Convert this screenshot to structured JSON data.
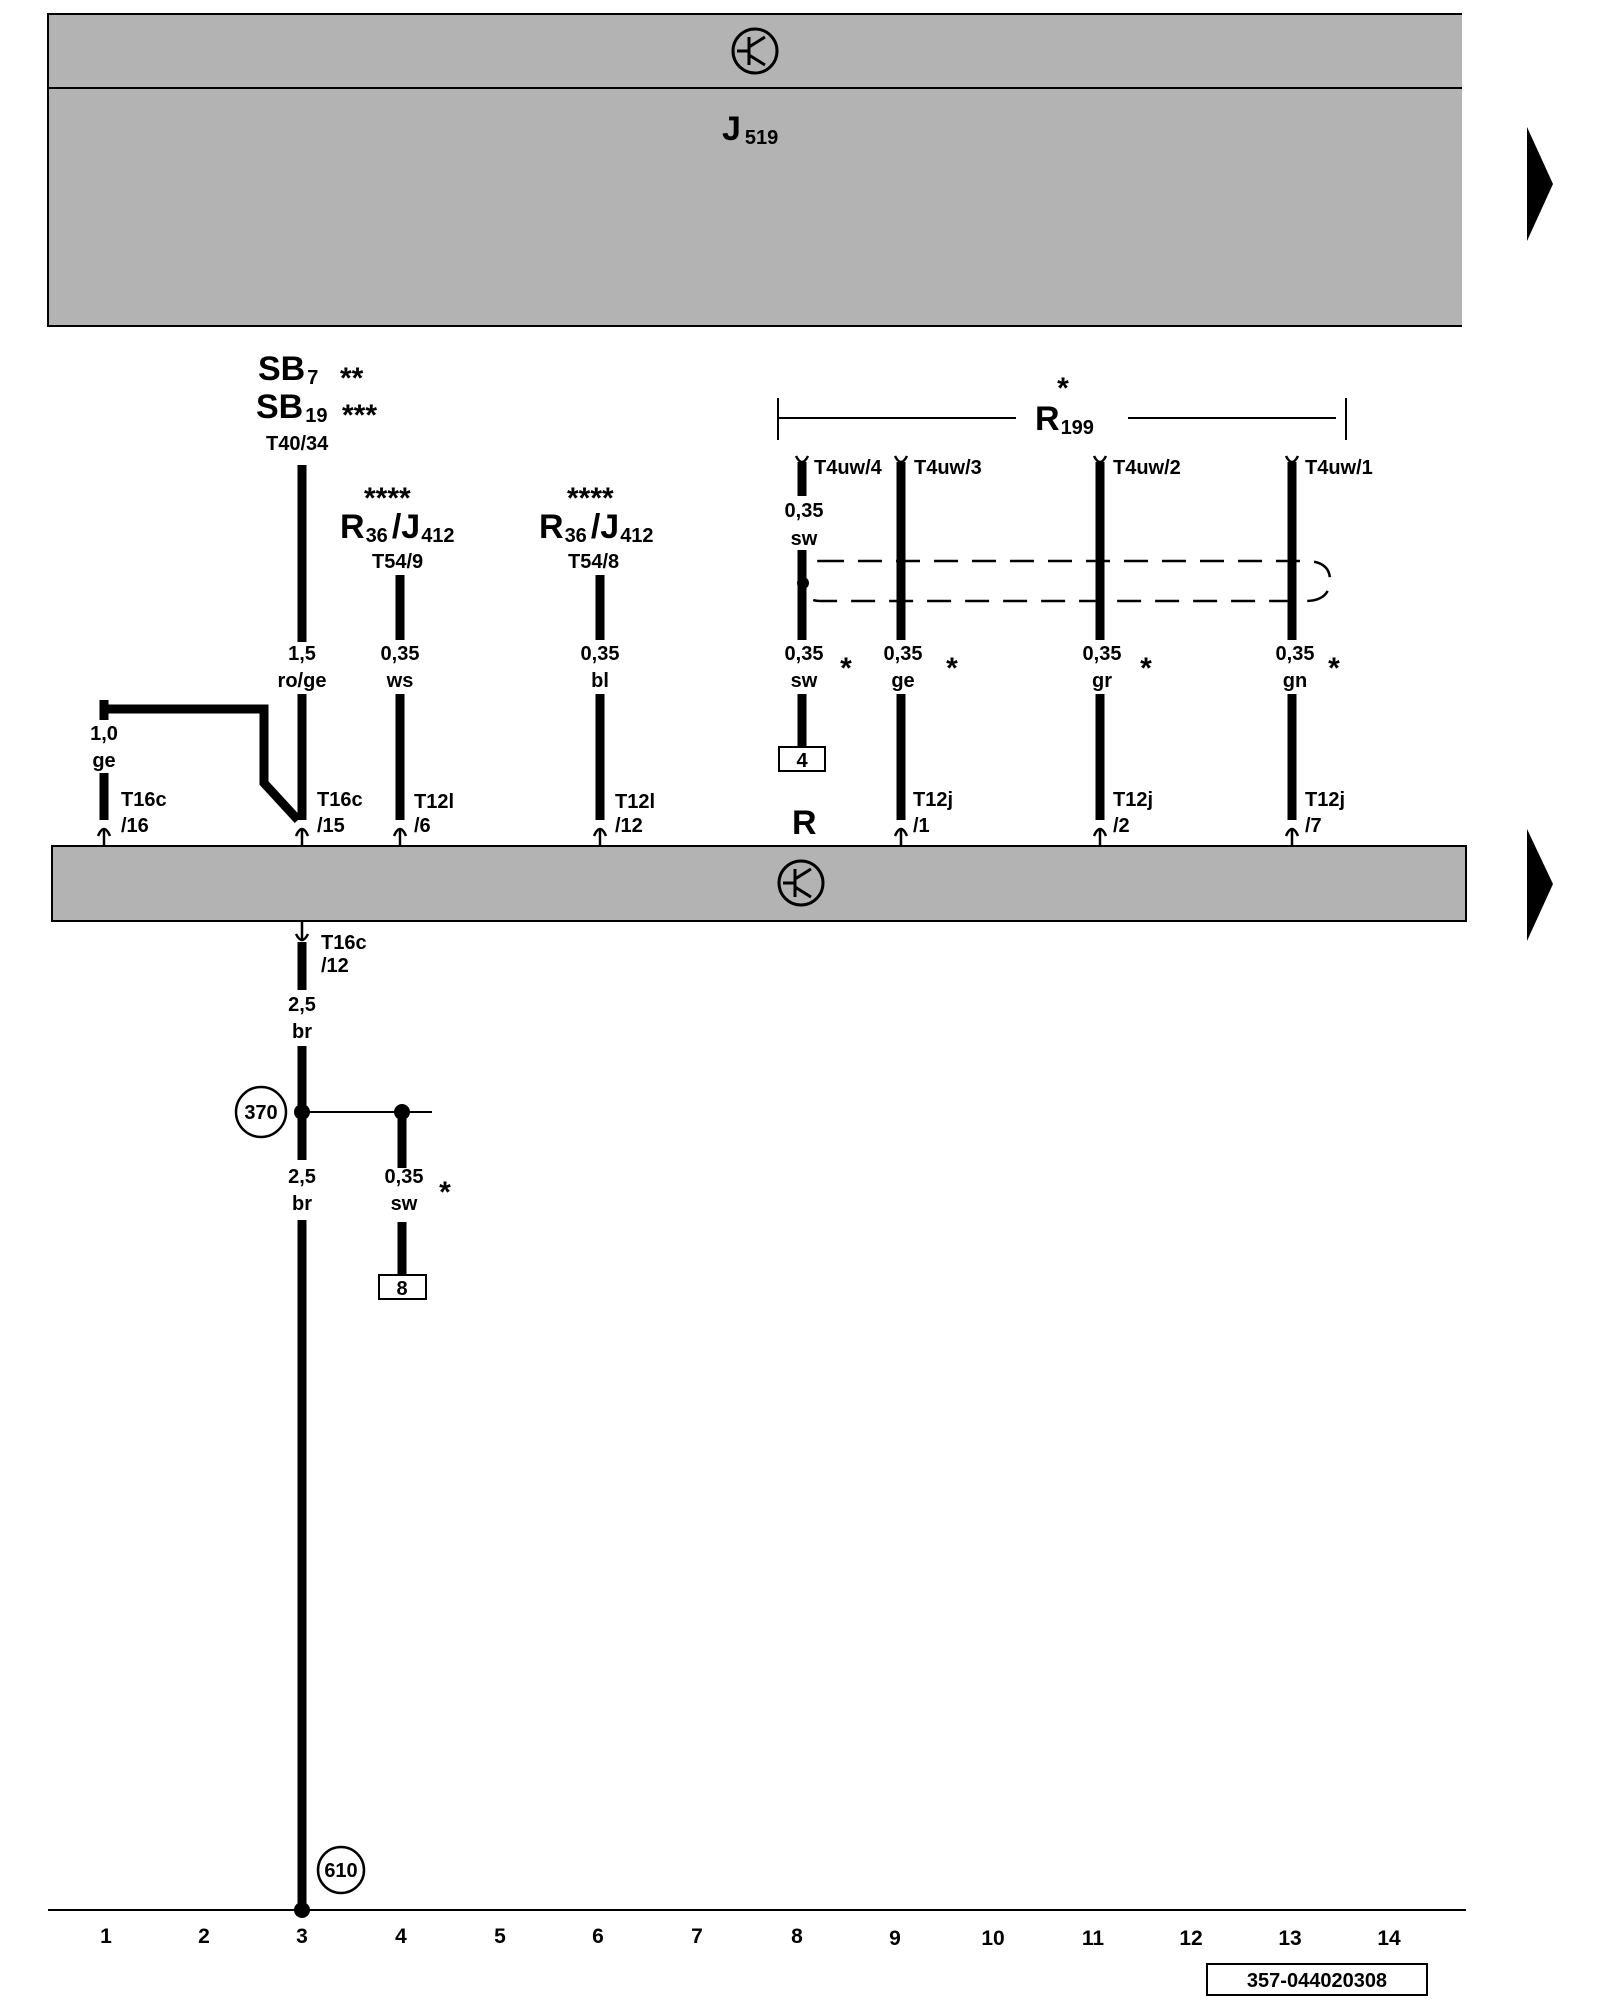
{
  "diagram": {
    "components": {
      "top_unit": {
        "name": "J",
        "sub": "519"
      },
      "bus_unit": {
        "name": "R"
      },
      "shield_group": {
        "name": "R",
        "sub": "199",
        "star": "*"
      }
    },
    "sources": {
      "sb7": {
        "name": "SB",
        "sub": "7",
        "stars": "**"
      },
      "sb19": {
        "name": "SB",
        "sub": "19",
        "stars": "***",
        "pin": "T40/34"
      },
      "r36_a": {
        "stars": "****",
        "name1": "R",
        "sub1": "36",
        "slash": "/",
        "name2": "J",
        "sub2": "412",
        "pin": "T54/9"
      },
      "r36_b": {
        "stars": "****",
        "name1": "R",
        "sub1": "36",
        "slash": "/",
        "name2": "J",
        "sub2": "412",
        "pin": "T54/8"
      }
    },
    "shield_pins": [
      "T4uw/4",
      "T4uw/3",
      "T4uw/2",
      "T4uw/1"
    ],
    "upper_wires": [
      {
        "gauge": "0,35",
        "color": "sw"
      }
    ],
    "wires": [
      {
        "gauge": "1,0",
        "color": "ge"
      },
      {
        "gauge": "1,5",
        "color": "ro/ge"
      },
      {
        "gauge": "0,35",
        "color": "ws"
      },
      {
        "gauge": "0,35",
        "color": "bl"
      },
      {
        "gauge": "0,35",
        "color": "sw",
        "star": "*"
      },
      {
        "gauge": "0,35",
        "color": "ge",
        "star": "*"
      },
      {
        "gauge": "0,35",
        "color": "gr",
        "star": "*"
      },
      {
        "gauge": "0,35",
        "color": "gn",
        "star": "*"
      }
    ],
    "bus_pins": [
      {
        "conn": "T16c",
        "pin": "/16"
      },
      {
        "conn": "T16c",
        "pin": "/15"
      },
      {
        "conn": "T12l",
        "pin": "/6"
      },
      {
        "conn": "T12l",
        "pin": "/12"
      },
      {
        "conn": "T12j",
        "pin": "/1"
      },
      {
        "conn": "T12j",
        "pin": "/2"
      },
      {
        "conn": "T12j",
        "pin": "/7"
      }
    ],
    "ref_boxes": {
      "a": "4",
      "b": "8"
    },
    "bottom_pin": {
      "conn": "T16c",
      "pin": "/12"
    },
    "lower_wires": [
      {
        "gauge": "2,5",
        "color": "br"
      },
      {
        "gauge": "2,5",
        "color": "br"
      },
      {
        "gauge": "0,35",
        "color": "sw",
        "star": "*"
      }
    ],
    "ground_points": [
      "370",
      "610"
    ],
    "column_numbers": [
      "1",
      "2",
      "3",
      "4",
      "5",
      "6",
      "7",
      "8",
      "9",
      "10",
      "11",
      "12",
      "13",
      "14"
    ],
    "drawing_number": "357-044020308"
  }
}
